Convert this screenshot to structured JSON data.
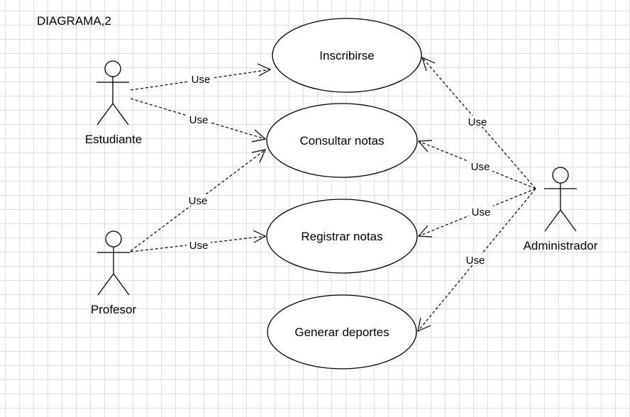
{
  "title": "DIAGRAMA,2",
  "actors": {
    "estudiante": "Estudiante",
    "profesor": "Profesor",
    "administrador": "Administrador"
  },
  "use_cases": {
    "inscribirse": "Inscribirse",
    "consultar_notas": "Consultar notas",
    "registrar_notas": "Registrar notas",
    "generar_deportes": "Generar deportes"
  },
  "edges": {
    "estudiante_inscribirse": "Use",
    "estudiante_consultar": "Use",
    "profesor_consultar": "Use",
    "profesor_registrar": "Use",
    "admin_inscribirse": "Use",
    "admin_consultar": "Use",
    "admin_registrar": "Use",
    "admin_generar": "Use"
  }
}
